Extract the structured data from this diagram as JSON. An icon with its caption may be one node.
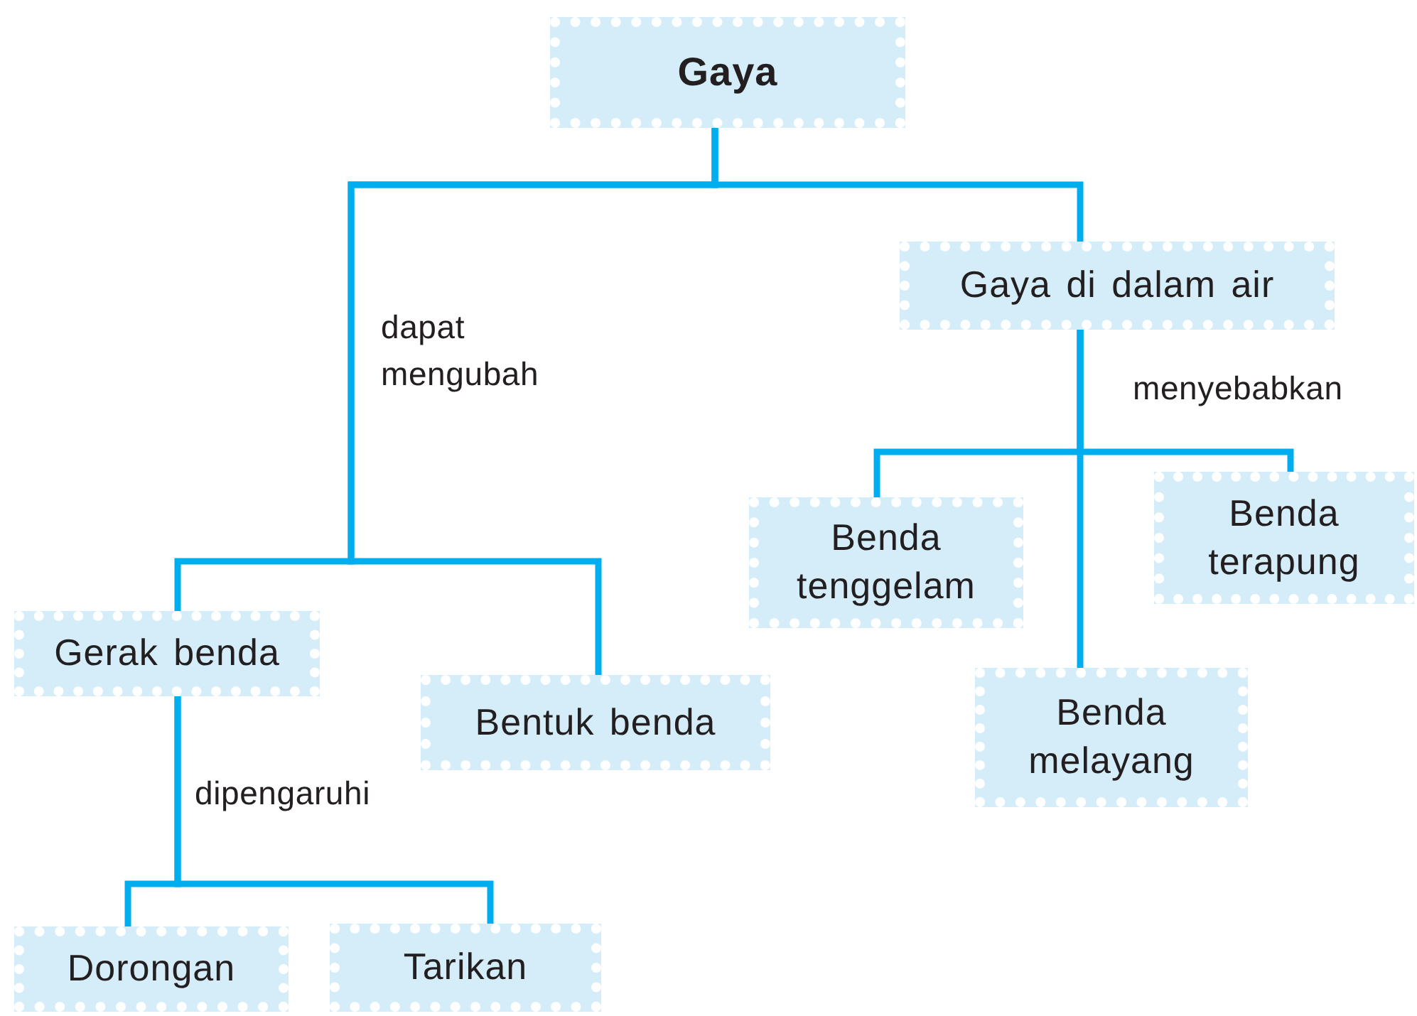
{
  "diagram": {
    "nodes": [
      {
        "text": [
          "Gaya"
        ]
      },
      {
        "text": [
          "Gaya di dalam air"
        ]
      },
      {
        "text": [
          "Gerak benda"
        ]
      },
      {
        "text": [
          "Bentuk benda"
        ]
      },
      {
        "text": [
          "Benda tenggelam"
        ]
      },
      {
        "text": [
          "Benda terapung"
        ]
      },
      {
        "text": [
          "Benda melayang"
        ]
      },
      {
        "text": [
          "Dorongan"
        ]
      },
      {
        "text": [
          "Tarikan"
        ]
      }
    ],
    "edges": [
      {
        "from": 0,
        "to": 1,
        "arrow": "none"
      },
      {
        "from": 0,
        "to": 2,
        "arrow": "none",
        "label": "dapat mengubah"
      },
      {
        "from": 0,
        "to": 3,
        "arrow": "none"
      },
      {
        "from": 1,
        "to": 4,
        "arrow": "none",
        "label": "menyebabkan"
      },
      {
        "from": 1,
        "to": 5,
        "arrow": "none"
      },
      {
        "from": 1,
        "to": 6,
        "arrow": "none"
      },
      {
        "from": 2,
        "to": 7,
        "arrow": "none",
        "label": "dipengaruhi"
      },
      {
        "from": 2,
        "to": 8,
        "arrow": "none"
      }
    ]
  }
}
